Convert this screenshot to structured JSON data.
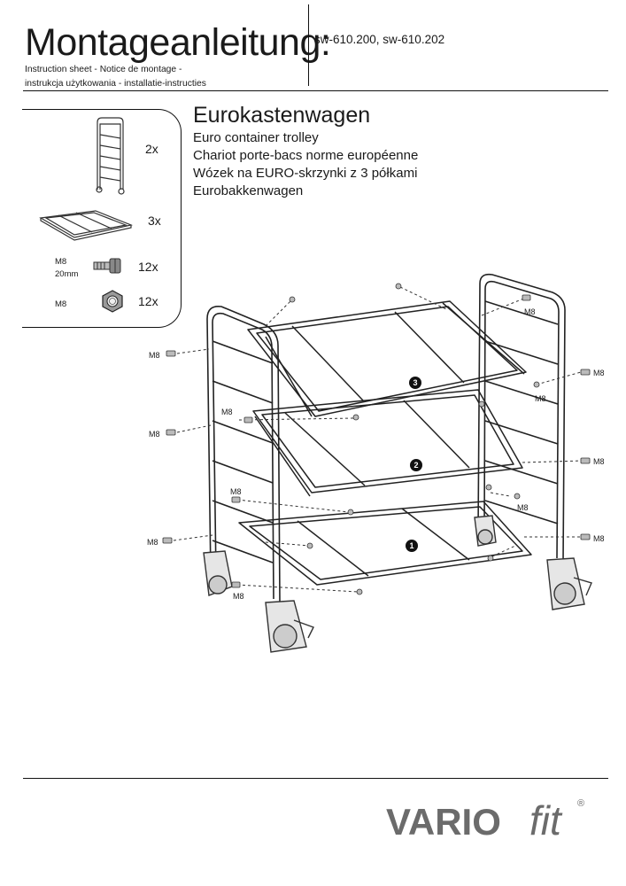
{
  "header": {
    "title": "Montageanleitung:",
    "article_numbers": "sw-610.200, sw-610.202",
    "subtitle_line1": "Instruction sheet - Notice de montage  -",
    "subtitle_line2": "instrukcja użytkowania - installatie-instructies"
  },
  "product": {
    "title": "Eurokastenwagen",
    "names": [
      "Euro container trolley",
      "Chariot porte-bacs norme européenne",
      "Wózek na EURO-skrzynki z 3 półkami",
      "Eurobakkenwagen"
    ]
  },
  "parts": [
    {
      "icon": "side-frame-icon",
      "qty": "2x",
      "label": ""
    },
    {
      "icon": "shelf-frame-icon",
      "qty": "3x",
      "label": ""
    },
    {
      "icon": "bolt-icon",
      "qty": "12x",
      "label_line1": "M8",
      "label_line2": "20mm"
    },
    {
      "icon": "nut-icon",
      "qty": "12x",
      "label_line1": "M8",
      "label_line2": ""
    }
  ],
  "diagram": {
    "screw_label": "M8",
    "shelf_markers": [
      "3",
      "2",
      "1"
    ]
  },
  "brand": {
    "name_part1": "VARIO",
    "name_part2": "fit",
    "registered": "®"
  },
  "colors": {
    "text": "#1a1a1a",
    "line": "#111111",
    "brand_gray": "#6b6b6b"
  }
}
